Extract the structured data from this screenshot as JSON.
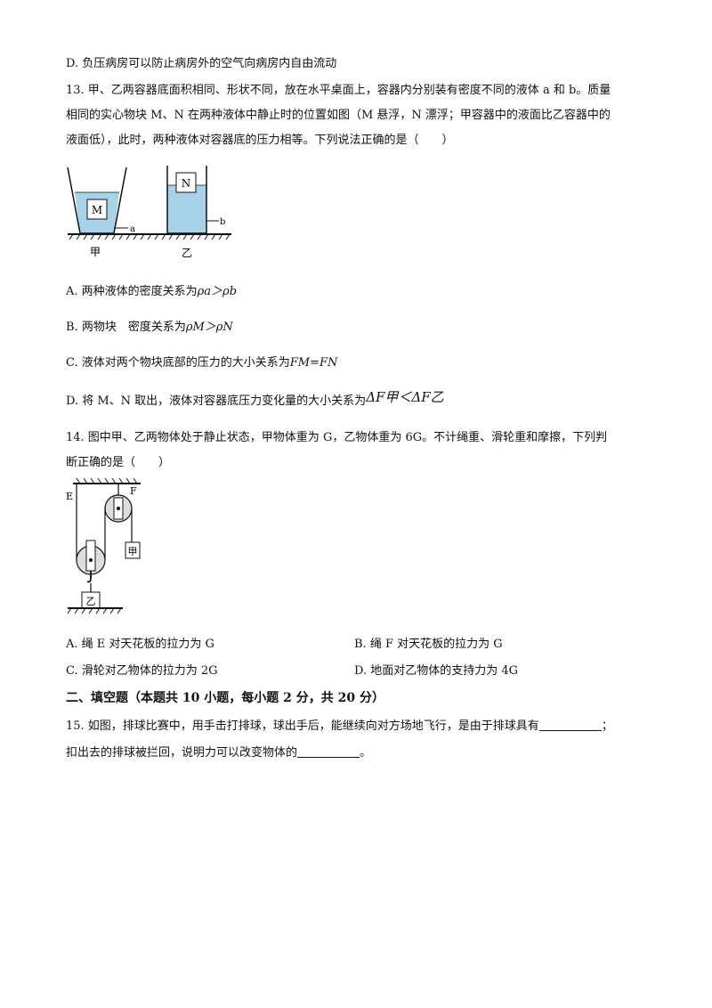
{
  "q12": {
    "optionD": "D. 负压病房可以防止病房外的空气向病房内自由流动"
  },
  "q13": {
    "stem": [
      "13. 甲、乙两容器底面积相同、形状不同，放在水平桌面上，容器内分别装有密度不同的液体 a 和 b。质量",
      "相同的实心物块 M、N 在两种液体中静止时的位置如图（M 悬浮，N 漂浮；甲容器中的液面比乙容器中的",
      "液面低），此时，两种液体对容器底的压力相等。下列说法正确的是（　　）"
    ],
    "figure": {
      "blockM": "M",
      "blockN": "N",
      "liquidA": "a",
      "liquidB": "b",
      "labelJia": "甲",
      "labelYi": "乙"
    },
    "options": {
      "A": {
        "prefix": "A. 两种液体的密度关系为",
        "rel": "ρa＞ρb"
      },
      "B": {
        "prefix": "B. 两物块　密度关系为",
        "rel": "ρM＞ρN"
      },
      "C": {
        "prefix": "C. 液体对两个物块底部的压力的大小关系为",
        "rel": "FM=FN"
      },
      "D": {
        "prefix": "D. 将 M、N 取出，液体对容器底压力变化量的大小关系为",
        "rel": "ΔF甲＜ΔF乙"
      }
    }
  },
  "q14": {
    "stem": [
      "14. 图中甲、乙两物体处于静止状态，甲物体重为 G，乙物体重为 6G。不计绳重、滑轮重和摩擦，下列判",
      "断正确的是（　　）"
    ],
    "figure": {
      "ropeE": "E",
      "ropeF": "F",
      "objJia": "甲",
      "objYi": "乙"
    },
    "options": {
      "A": "A. 绳 E 对天花板的拉力为 G",
      "B": "B. 绳 F 对天花板的拉力为 G",
      "C": "C. 滑轮对乙物体的拉力为 2G",
      "D": "D. 地面对乙物体的支持力为 4G"
    }
  },
  "section2": {
    "title": "二、填空题（本题共 10 小题，每小题 2 分，共 20 分）"
  },
  "q15": {
    "line1": "15. 如图，排球比赛中，用手击打排球，球出手后，能继续向对方场地飞行，是由于排球具有",
    "line1_end": "；",
    "line2": "扣出去的排球被拦回，说明力可以改变物体的",
    "line2_end": "。"
  }
}
